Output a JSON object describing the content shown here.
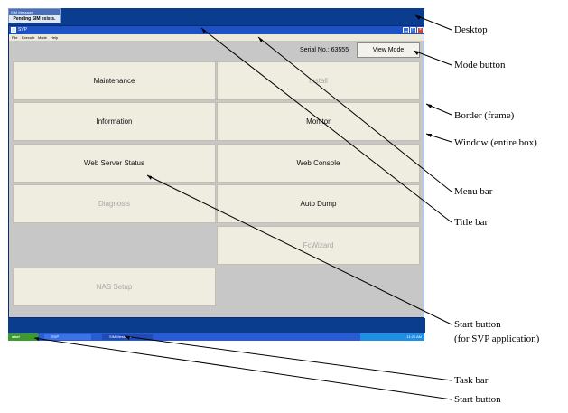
{
  "sim_popup": {
    "title": "SIM Message",
    "text": "Pending SIM exists."
  },
  "window": {
    "title": "SVP",
    "menu": [
      "File",
      "Execute",
      "Mode",
      "Help"
    ],
    "serial": "Serial No.: 63555",
    "view_mode_label": "View Mode",
    "tiles": {
      "maintenance": "Maintenance",
      "install": "Install",
      "information": "Information",
      "monitor": "Monitor",
      "web_server_status": "Web Server Status",
      "web_console": "Web Console",
      "diagnosis": "Diagnosis",
      "auto_dump": "Auto Dump",
      "fcwizard": "FcWizard",
      "nas_setup": "NAS Setup"
    }
  },
  "taskbar": {
    "start_label": "start",
    "items": [
      "SVP",
      "SIM Message"
    ],
    "clock": "11:20 AM"
  },
  "annotations": {
    "desktop": "Desktop",
    "mode_button": "Mode button",
    "border": "Border (frame)",
    "window": "Window (entire box)",
    "menu_bar": "Menu bar",
    "title_bar": "Title bar",
    "start_button_svp_line1": "Start button",
    "start_button_svp_line2": "(for SVP application)",
    "task_bar": "Task bar",
    "start_button": "Start button"
  },
  "colors": {
    "desktop": "#0b3d8f",
    "titlebar": "#1d52c7",
    "taskbar": "#2a5bd7",
    "start": "#3c9a2f",
    "tile": "#efece0",
    "disabled_text": "#a8a8a8"
  }
}
